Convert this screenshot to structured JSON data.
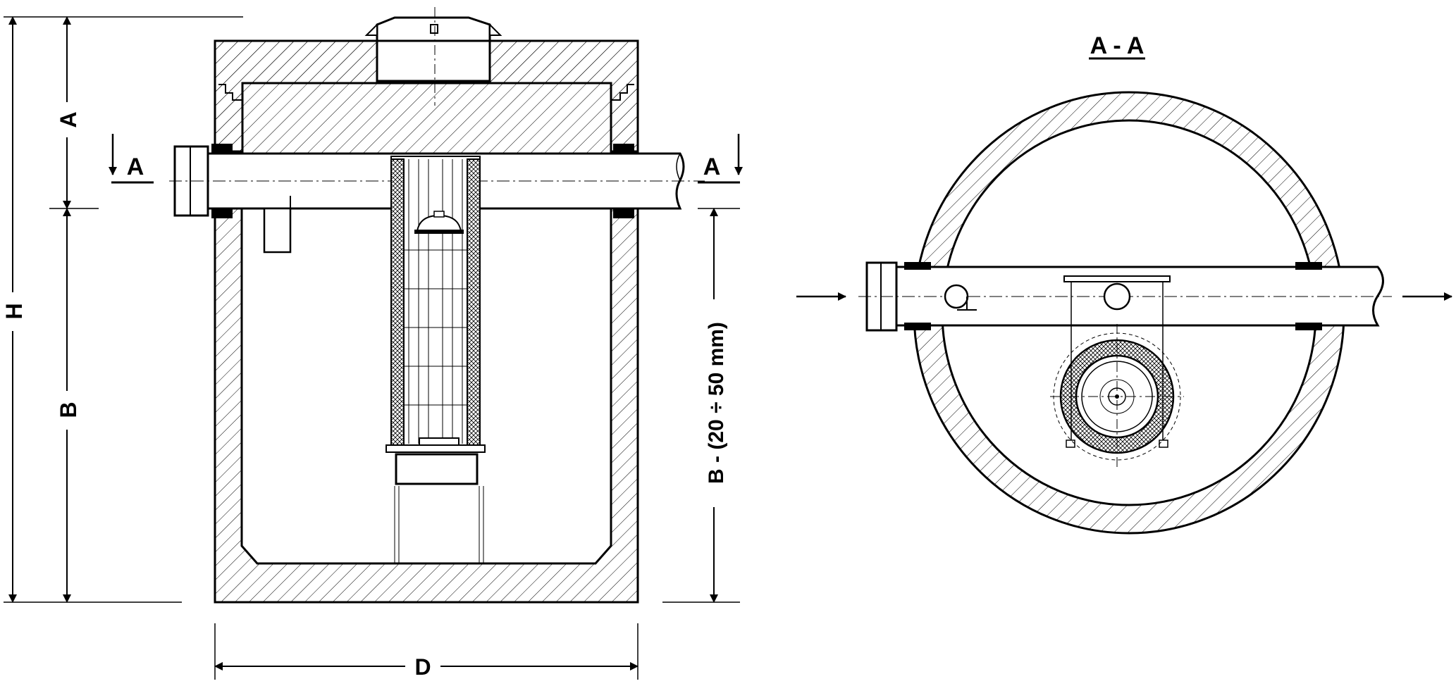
{
  "dimensions": {
    "a_label": "A",
    "b_label": "B",
    "h_label": "H",
    "d_label": "D",
    "b_offset_label": "B - (20 ÷ 50 mm)"
  },
  "section_marks": {
    "left": "A",
    "right": "A"
  },
  "section_view": {
    "title": "A - A"
  },
  "colors": {
    "line": "#000000",
    "hatch": "#000000",
    "background": "#ffffff"
  }
}
